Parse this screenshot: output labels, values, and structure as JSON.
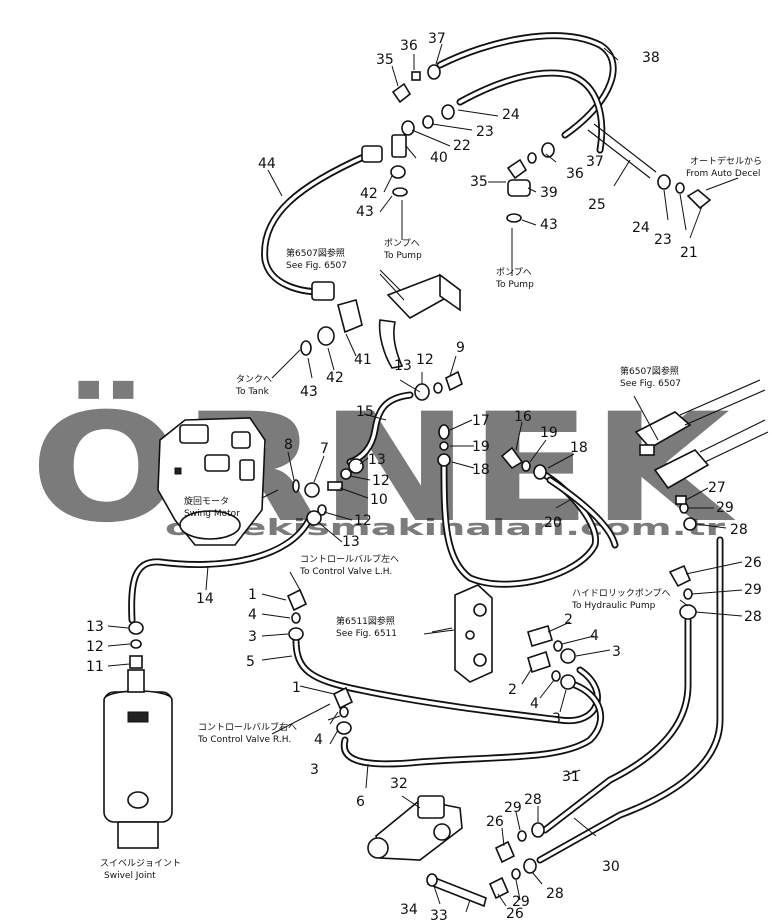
{
  "watermark": {
    "brand": "ÖRNEK",
    "url": "ornekismakinalari.com.tr"
  },
  "part_numbers": [
    {
      "id": "n37a",
      "text": "37"
    },
    {
      "id": "n36a",
      "text": "36"
    },
    {
      "id": "n35a",
      "text": "35"
    },
    {
      "id": "n38",
      "text": "38"
    },
    {
      "id": "n24a",
      "text": "24"
    },
    {
      "id": "n23a",
      "text": "23"
    },
    {
      "id": "n22",
      "text": "22"
    },
    {
      "id": "n40",
      "text": "40"
    },
    {
      "id": "n44",
      "text": "44"
    },
    {
      "id": "n42a",
      "text": "42"
    },
    {
      "id": "n43a",
      "text": "43"
    },
    {
      "id": "n37b",
      "text": "37"
    },
    {
      "id": "n36b",
      "text": "36"
    },
    {
      "id": "n35b",
      "text": "35"
    },
    {
      "id": "n39",
      "text": "39"
    },
    {
      "id": "n43b",
      "text": "43"
    },
    {
      "id": "n25",
      "text": "25"
    },
    {
      "id": "n24b",
      "text": "24"
    },
    {
      "id": "n23b",
      "text": "23"
    },
    {
      "id": "n21",
      "text": "21"
    },
    {
      "id": "n41",
      "text": "41"
    },
    {
      "id": "n42b",
      "text": "42"
    },
    {
      "id": "n43c",
      "text": "43"
    },
    {
      "id": "n13a",
      "text": "13"
    },
    {
      "id": "n12a",
      "text": "12"
    },
    {
      "id": "n9",
      "text": "9"
    },
    {
      "id": "n15",
      "text": "15"
    },
    {
      "id": "n17",
      "text": "17"
    },
    {
      "id": "n19a",
      "text": "19"
    },
    {
      "id": "n18a",
      "text": "18"
    },
    {
      "id": "n16",
      "text": "16"
    },
    {
      "id": "n19b",
      "text": "19"
    },
    {
      "id": "n18b",
      "text": "18"
    },
    {
      "id": "n8",
      "text": "8"
    },
    {
      "id": "n7",
      "text": "7"
    },
    {
      "id": "n13b",
      "text": "13"
    },
    {
      "id": "n12b",
      "text": "12"
    },
    {
      "id": "n10",
      "text": "10"
    },
    {
      "id": "n12c",
      "text": "12"
    },
    {
      "id": "n13c",
      "text": "13"
    },
    {
      "id": "n20",
      "text": "20"
    },
    {
      "id": "n27",
      "text": "27"
    },
    {
      "id": "n29a",
      "text": "29"
    },
    {
      "id": "n28a",
      "text": "28"
    },
    {
      "id": "n26a",
      "text": "26"
    },
    {
      "id": "n29b",
      "text": "29"
    },
    {
      "id": "n28b",
      "text": "28"
    },
    {
      "id": "n14",
      "text": "14"
    },
    {
      "id": "n13d",
      "text": "13"
    },
    {
      "id": "n12d",
      "text": "12"
    },
    {
      "id": "n11",
      "text": "11"
    },
    {
      "id": "n1a",
      "text": "1"
    },
    {
      "id": "n4a",
      "text": "4"
    },
    {
      "id": "n3a",
      "text": "3"
    },
    {
      "id": "n5",
      "text": "5"
    },
    {
      "id": "n2a",
      "text": "2"
    },
    {
      "id": "n4b",
      "text": "4"
    },
    {
      "id": "n3b",
      "text": "3"
    },
    {
      "id": "n2b",
      "text": "2"
    },
    {
      "id": "n4c",
      "text": "4"
    },
    {
      "id": "n3c",
      "text": "3"
    },
    {
      "id": "n1b",
      "text": "1"
    },
    {
      "id": "n4d",
      "text": "4"
    },
    {
      "id": "n3d",
      "text": "3"
    },
    {
      "id": "n6",
      "text": "6"
    },
    {
      "id": "n31",
      "text": "31"
    },
    {
      "id": "n32",
      "text": "32"
    },
    {
      "id": "n28c",
      "text": "28"
    },
    {
      "id": "n29c",
      "text": "29"
    },
    {
      "id": "n26b",
      "text": "26"
    },
    {
      "id": "n30",
      "text": "30"
    },
    {
      "id": "n28d",
      "text": "28"
    },
    {
      "id": "n29d",
      "text": "29"
    },
    {
      "id": "n26c",
      "text": "26"
    },
    {
      "id": "n34",
      "text": "34"
    },
    {
      "id": "n33",
      "text": "33"
    }
  ],
  "labels": {
    "from_auto_decel": {
      "jp": "オートデセルから",
      "en": "From Auto Decel"
    },
    "see_fig_6507_top": {
      "jp": "第6507図参照",
      "en": "See Fig. 6507"
    },
    "to_pump_1": {
      "jp": "ポンプへ",
      "en": "To Pump"
    },
    "to_pump_2": {
      "jp": "ポンプへ",
      "en": "To Pump"
    },
    "to_tank": {
      "jp": "タンクへ",
      "en": "To Tank"
    },
    "see_fig_6507_right": {
      "jp": "第6507図参照",
      "en": "See Fig. 6507"
    },
    "swing_motor": {
      "jp": "旋回モータ",
      "en": "Swing Motor"
    },
    "to_control_valve_lh": {
      "jp": "コントロールバルブ左へ",
      "en": "To Control Valve L.H."
    },
    "see_fig_6511": {
      "jp": "第6511図参照",
      "en": "See Fig. 6511"
    },
    "to_hydraulic_pump": {
      "jp": "ハイドロリックポンプへ",
      "en": "To Hydraulic Pump"
    },
    "to_control_valve_rh": {
      "jp": "コントロールバルブ右へ",
      "en": "To Control Valve R.H."
    },
    "swivel_joint": {
      "jp": "スイベルジョイント",
      "en": "Swivel Joint"
    }
  }
}
